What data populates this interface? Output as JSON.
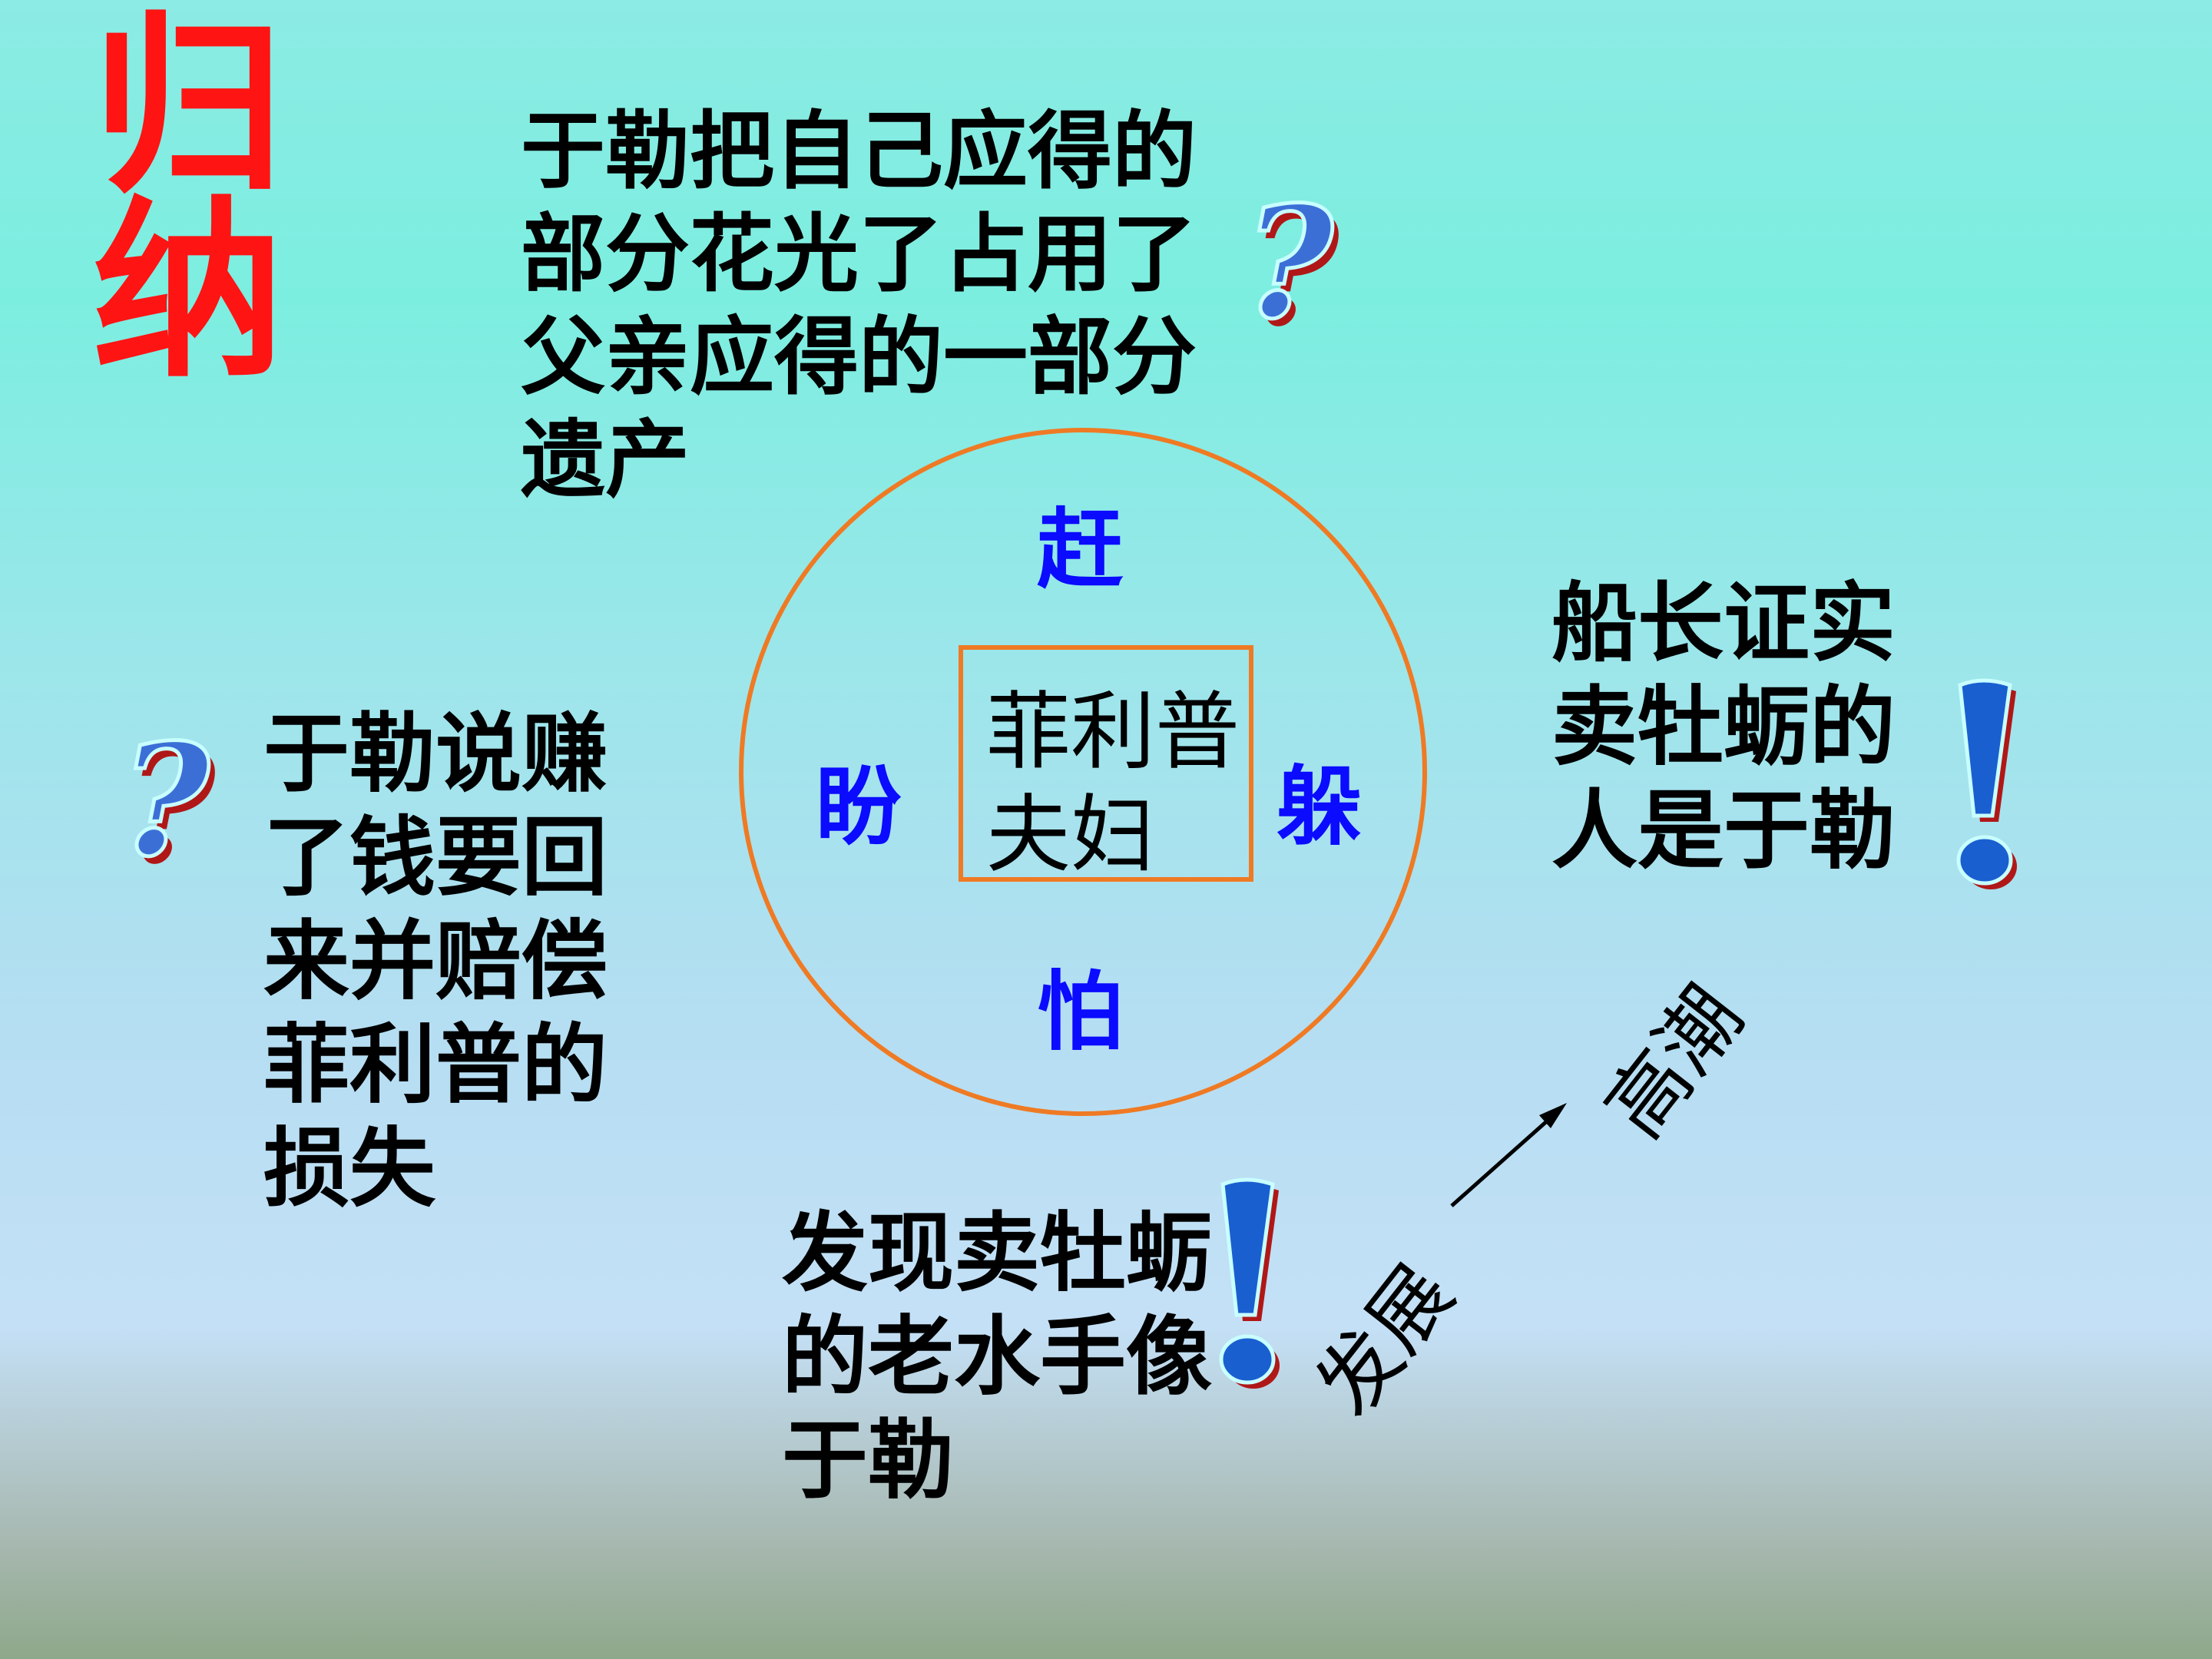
{
  "title": "归纳",
  "top_question": {
    "text": "于勒把自己应得的部分花光了占用了父亲应得的一部分遗产"
  },
  "left_question": {
    "text": "于勒说赚了钱要回来并赔偿菲利普的损失"
  },
  "right_fact": {
    "text": "船长证实卖牡蛎的人是于勒"
  },
  "bottom_fact": {
    "text": "发现卖牡蛎的老水手像于勒"
  },
  "center": {
    "box_text": "菲利普夫妇",
    "actions": {
      "top": "赶",
      "left": "盼",
      "right": "躲",
      "bottom": "怕"
    }
  },
  "plot": {
    "develop_label": "发展",
    "climax_label": "高潮"
  },
  "icons": {
    "question": "question-mark-icon",
    "exclamation": "exclamation-mark-icon"
  },
  "colors": {
    "title": "#ff1414",
    "action_chars": "#0b0bff",
    "circle_and_box": "#ef7a24",
    "icon_fill": "#1a5fd0",
    "icon_shadow": "#b01818"
  }
}
